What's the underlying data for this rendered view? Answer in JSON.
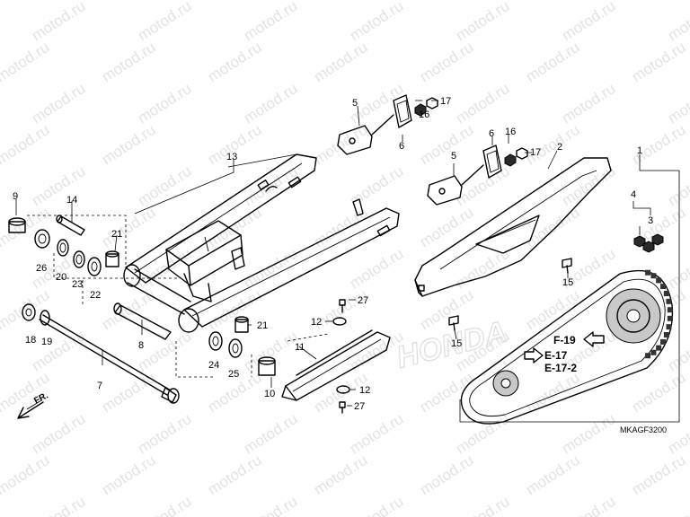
{
  "watermark": {
    "text": "motod.ru"
  },
  "diagram_code": "MKAGF3200",
  "front_indicator": "FR.",
  "refs": {
    "f19": "F-19",
    "e17": "E-17",
    "e172": "E-17-2"
  },
  "callouts": {
    "n1": "1",
    "n2": "2",
    "n3": "3",
    "n4": "4",
    "n5a": "5",
    "n5b": "5",
    "n6a": "6",
    "n6b": "6",
    "n7": "7",
    "n8": "8",
    "n9": "9",
    "n10": "10",
    "n11": "11",
    "n12a": "12",
    "n12b": "12",
    "n13": "13",
    "n14": "14",
    "n15a": "15",
    "n15b": "15",
    "n16a": "16",
    "n16b": "16",
    "n17a": "17",
    "n17b": "17",
    "n18": "18",
    "n19": "19",
    "n20": "20",
    "n21a": "21",
    "n21b": "21",
    "n22": "22",
    "n23": "23",
    "n24": "24",
    "n25": "25",
    "n26": "26",
    "n27a": "27",
    "n27b": "27"
  }
}
